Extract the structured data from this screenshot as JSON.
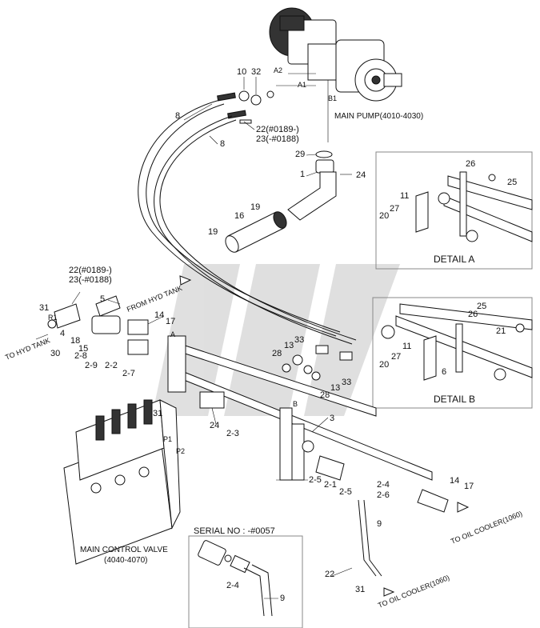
{
  "main_pump_label": "MAIN PUMP(4010-4030)",
  "main_control_valve_label": "MAIN CONTROL VALVE",
  "main_control_valve_range": "(4040-4070)",
  "detail_a_label": "DETAIL A",
  "detail_b_label": "DETAIL B",
  "serial_label": "SERIAL NO : -#0057",
  "to_hyd_tank_label": "TO HYD TANK",
  "from_hyd_tank_label": "FROM HYD TANK",
  "to_oil_cooler_1_label": "TO OIL COOLER(1060)",
  "to_oil_cooler_2_label": "TO OIL COOLER(1060)",
  "port_labels": {
    "a2": "A2",
    "a1": "A1",
    "b1": "B1",
    "r1": "R1",
    "p1": "P1",
    "p2": "P2",
    "a": "A",
    "b": "B"
  },
  "callouts": {
    "c10": "10",
    "c32": "32",
    "c8a": "8",
    "c8b": "8",
    "c22a": "22(#0189-)",
    "c23a": "23(-#0188)",
    "c29": "29",
    "c1": "1",
    "c24a": "24",
    "c19a": "19",
    "c16": "16",
    "c19b": "19",
    "c22b": "22(#0189-)",
    "c23b": "23(-#0188)",
    "c31a": "31",
    "c4": "4",
    "c30": "30",
    "c5": "5",
    "c18": "18",
    "c15": "15",
    "c28a": "2-8",
    "c29b": "2-9",
    "c22c": "2-2",
    "c27a": "2-7",
    "c14a": "14",
    "c17a": "17",
    "c28b": "28",
    "c13a": "13",
    "c33a": "33",
    "c28c": "28",
    "c13b": "13",
    "c33b": "33",
    "c31b": "31",
    "c24b": "24",
    "c23c": "2-3",
    "c3": "3",
    "c25a": "2-5",
    "c21": "2-1",
    "c25b": "2-5",
    "c24c": "2-4",
    "c26": "2-6",
    "c14b": "14",
    "c17b": "17",
    "c9a": "9",
    "c22d": "22",
    "c31c": "31",
    "c24d": "2-4",
    "c9b": "9",
    "da26": "26",
    "da25": "25",
    "da11": "11",
    "da27": "27",
    "da20": "20",
    "db25": "25",
    "db26": "26",
    "db21": "21",
    "db11": "11",
    "db27": "27",
    "db20": "20",
    "db6": "6"
  }
}
